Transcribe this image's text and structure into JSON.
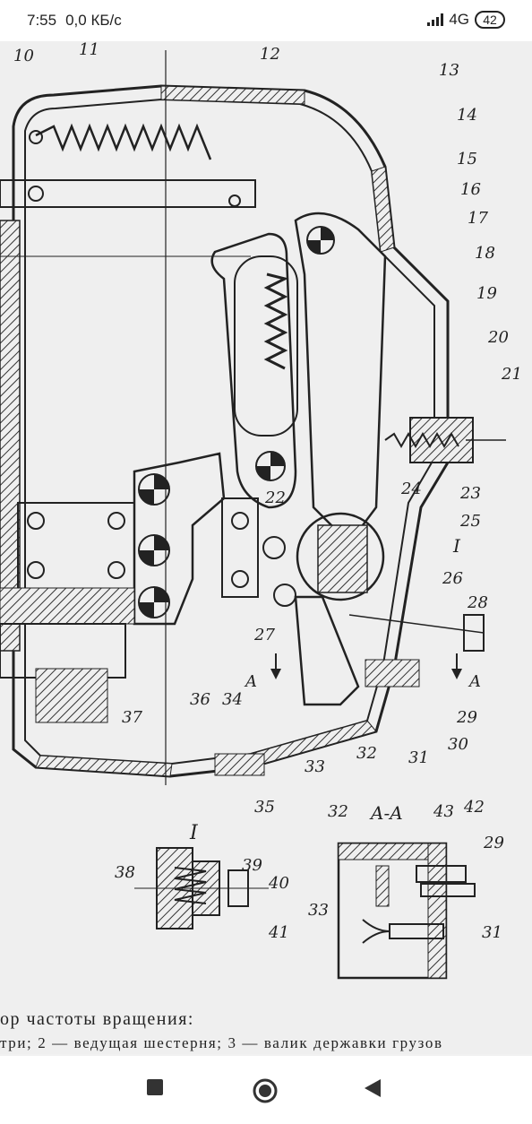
{
  "status_bar": {
    "time": "7:55",
    "speed": "0,0 КБ/с",
    "network": "4G",
    "battery": "42"
  },
  "diagram": {
    "callouts": [
      "10",
      "11",
      "12",
      "13",
      "14",
      "15",
      "16",
      "17",
      "18",
      "19",
      "20",
      "21",
      "22",
      "23",
      "24",
      "25",
      "26",
      "27",
      "28",
      "29",
      "30",
      "31",
      "32",
      "33",
      "34",
      "35",
      "36",
      "37",
      "38",
      "39",
      "40",
      "41",
      "42",
      "43"
    ],
    "section_mark": "I",
    "section_label": "A-A",
    "section_arrow_label": "A",
    "detail_label": "I"
  },
  "caption": {
    "line1": "ор частоты вращения:",
    "line2": "три; 2 — ведущая шестерня; 3 — валик державки грузов"
  },
  "nav": {
    "square_icon": "square-icon",
    "circle_icon": "circle-icon",
    "triangle_icon": "triangle-icon"
  }
}
